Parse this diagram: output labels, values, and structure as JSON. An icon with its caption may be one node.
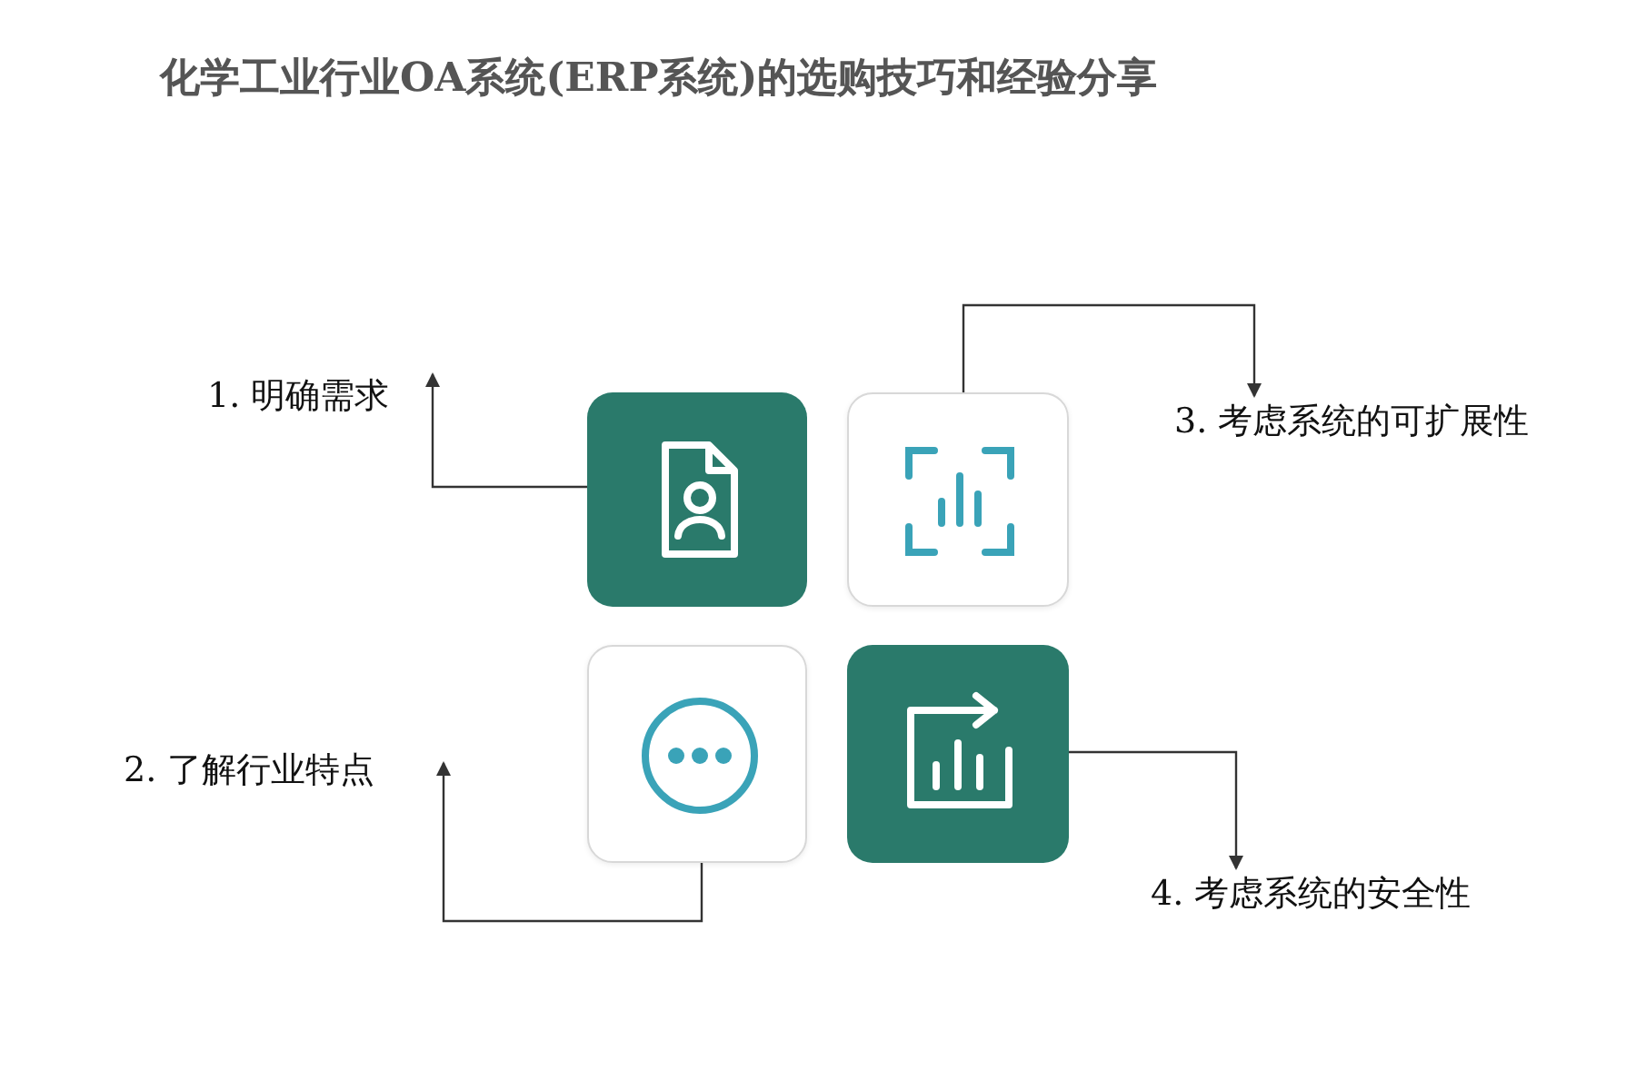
{
  "diagram": {
    "title": "化学工业行业OA系统(ERP系统)的选购技巧和经验分享",
    "nodes": [
      {
        "text": [
          "1. 明确需求"
        ]
      },
      {
        "text": [],
        "shape": "box"
      },
      {
        "text": [],
        "shape": "box"
      },
      {
        "text": [
          "3. 考虑系统的可扩展性"
        ]
      },
      {
        "text": [
          "2. 了解行业特点"
        ]
      },
      {
        "text": [],
        "shape": "box"
      },
      {
        "text": [],
        "shape": "box"
      },
      {
        "text": [
          "4. 考虑系统的安全性"
        ]
      }
    ],
    "edges": [
      {
        "from": 1,
        "to": 0,
        "arrow": "to"
      },
      {
        "from": 2,
        "to": 3,
        "arrow": "to"
      },
      {
        "from": 5,
        "to": 4,
        "arrow": "to"
      },
      {
        "from": 6,
        "to": 7,
        "arrow": "to"
      }
    ]
  }
}
